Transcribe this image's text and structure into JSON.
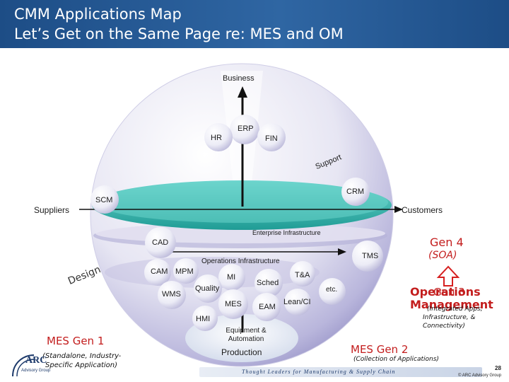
{
  "header": {
    "title_line1": "CMM Applications Map",
    "title_line2": "Let’s Get on the Same Page re: MES and OM"
  },
  "diagram": {
    "business": "Business",
    "erp": "ERP",
    "hr": "HR",
    "fin": "FIN",
    "support": "Support",
    "crm": "CRM",
    "scm": "SCM",
    "suppliers": "Suppliers",
    "customers": "Customers",
    "enterprise_infrastructure": "Enterprise Infrastructure",
    "cad": "CAD",
    "tms": "TMS",
    "operations_infrastructure": "Operations Infrastructure",
    "design": "Design",
    "cam": "CAM",
    "mpm": "MPM",
    "mi": "MI",
    "ta": "T&A",
    "sched": "Sched",
    "wms": "WMS",
    "quality": "Quality",
    "etc": "etc.",
    "mes": "MES",
    "eam": "EAM",
    "lean_ci": "Lean/CI",
    "hmi": "HMI",
    "equipment_automation": "Equipment & Automation",
    "production": "Production"
  },
  "generations": {
    "gen4_title": "Gen 4",
    "gen4_sub": "(SOA)",
    "gen3_title": "Gen 3",
    "operations_management": "Operations Management",
    "gen3_sub_line1": "(Integrated Apps,",
    "gen3_sub_line2": "Infrastructure, &",
    "gen3_sub_line3": "Connectivity)",
    "gen2_title": "MES Gen 2",
    "gen2_sub": "(Collection of Applications)",
    "gen1_title": "MES Gen 1",
    "gen1_sub_line1": "(Standalone, Industry-",
    "gen1_sub_line2": "Specific Application)"
  },
  "footer": {
    "tagline": "Thought Leaders for Manufacturing & Supply Chain",
    "logo": "ARC",
    "logo_sub": "Advisory Group",
    "page_number": "28",
    "copyright": "© ARC Advisory Group"
  },
  "colors": {
    "header": "#2f66a3",
    "disc": "#33b8b0",
    "sphere": "#b9b6dc",
    "arrow_red": "#d62020"
  }
}
